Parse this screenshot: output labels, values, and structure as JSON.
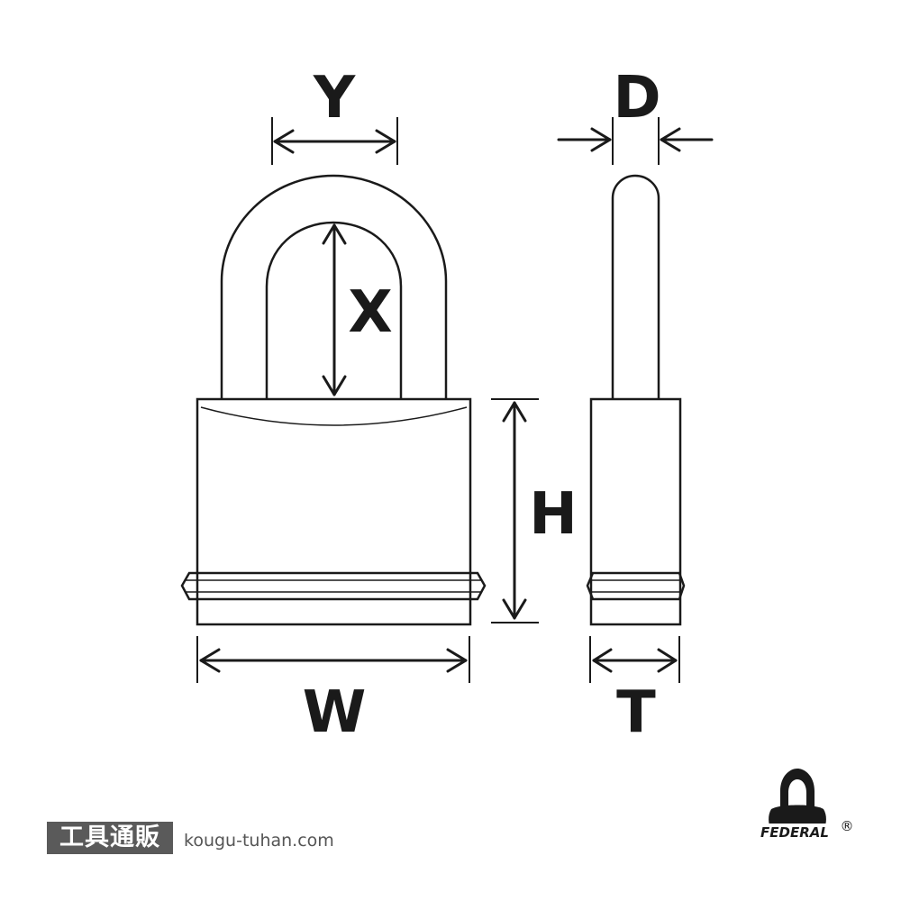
{
  "labels": {
    "y": "Y",
    "x": "X",
    "d": "D",
    "h": "H",
    "w": "W",
    "t": "T"
  },
  "footer": {
    "shop_name": "工具通販",
    "shop_url": "kougu-tuhan.com"
  },
  "logo": {
    "text": "FEDERAL",
    "registered": "®"
  },
  "colors": {
    "line": "#1a1a1a",
    "shop_box": "#5a5a5a"
  }
}
